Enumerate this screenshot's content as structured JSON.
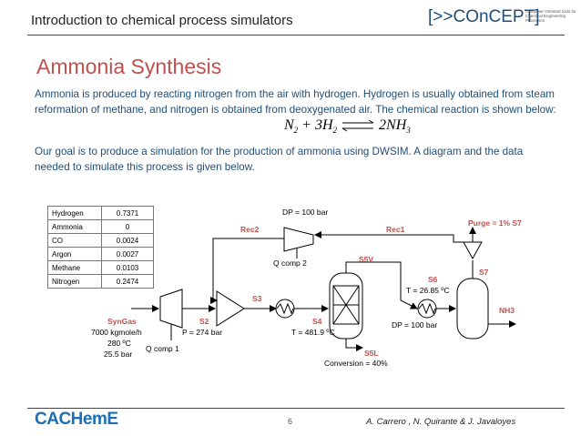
{
  "header": {
    "title": "Introduction to chemical process simulators",
    "logo_text": "[>>COnCEPT]",
    "logo_subtitle": "Computer-Oriented tools for Chemical Engineering Processes"
  },
  "slide": {
    "title": "Ammonia Synthesis",
    "paragraph1": "Ammonia is produced by reacting nitrogen from the air with hydrogen. Hydrogen is usually obtained from steam reformation of methane, and nitrogen is obtained from deoxygenated air. The chemical reaction is shown below:",
    "equation": "N2 + 3H2 ⟷ 2NH3",
    "paragraph2": "Our goal is to produce a simulation for the production of ammonia using DWSIM. A diagram and the data needed to simulate this process is given below."
  },
  "composition": [
    {
      "name": "Hydrogen",
      "value": "0.7371"
    },
    {
      "name": "Ammonia",
      "value": "0"
    },
    {
      "name": "CO",
      "value": "0.0024"
    },
    {
      "name": "Argon",
      "value": "0.0027"
    },
    {
      "name": "Methane",
      "value": "0.0103"
    },
    {
      "name": "Nitrogen",
      "value": "0.2474"
    }
  ],
  "diagram": {
    "dp_top": "DP = 100 bar",
    "rec2": "Rec2",
    "rec1": "Rec1",
    "purge": "Purge = 1% S7",
    "qcomp2": "Q comp 2",
    "s5v": "S5V",
    "s6": "S6",
    "s6_temp": "T = 26.85 ºC",
    "s7": "S7",
    "s3": "S3",
    "nh3": "NH3",
    "syngas": "SynGas",
    "syngas_flow": "7000 kgmole/h",
    "syngas_temp": "280 ºC",
    "syngas_pres": "25.5 bar",
    "s2": "S2",
    "s2_pres": "P = 274 bar",
    "s4": "S4",
    "s4_temp": "T = 481.9 ºC",
    "dp_sep": "DP = 100 bar",
    "qcomp1": "Q comp 1",
    "s5l": "S5L",
    "conversion": "Conversion = 40%"
  },
  "footer": {
    "page": "6",
    "authors": "A. Carrero , N. Quirante & J. Javaloyes",
    "brand": "CACHemE"
  }
}
